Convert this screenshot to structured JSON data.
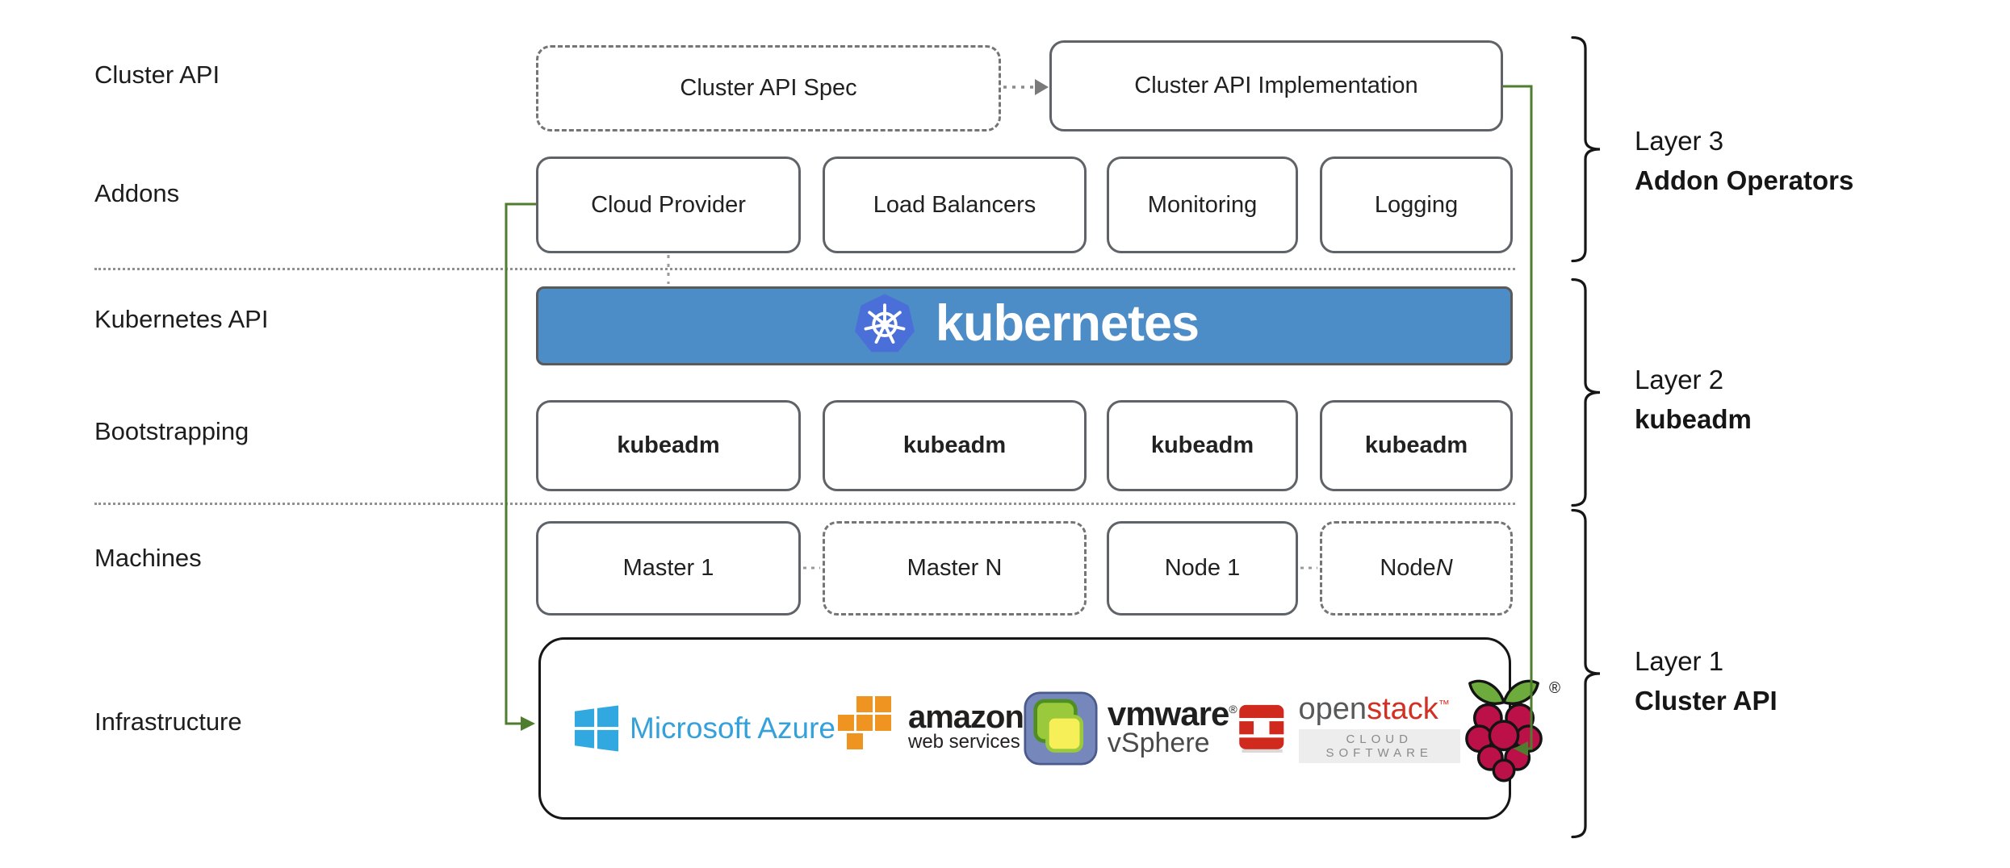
{
  "row_labels": [
    "Cluster API",
    "Addons",
    "Kubernetes API",
    "Bootstrapping",
    "Machines",
    "Infrastructure"
  ],
  "boxes": {
    "spec": "Cluster API Spec",
    "implementation": "Cluster API Implementation",
    "addons": [
      "Cloud Provider",
      "Load Balancers",
      "Monitoring",
      "Logging"
    ],
    "bootstrapping": [
      "kubeadm",
      "kubeadm",
      "kubeadm",
      "kubeadm"
    ],
    "machines": [
      {
        "label": "Master 1",
        "suffix": ""
      },
      {
        "label": "Master N",
        "suffix": ""
      },
      {
        "label": "Node 1",
        "suffix": ""
      },
      {
        "label": "Node ",
        "suffix": "N"
      }
    ]
  },
  "banner": {
    "text": "kubernetes"
  },
  "layers": [
    {
      "title": "Layer 3",
      "subtitle": "Addon Operators"
    },
    {
      "title": "Layer 2",
      "subtitle": "kubeadm"
    },
    {
      "title": "Layer 1",
      "subtitle": "Cluster API"
    }
  ],
  "infrastructure_logos": {
    "azure": {
      "text": "Microsoft Azure"
    },
    "aws": {
      "line1": "amazon",
      "line2": "web services"
    },
    "vmware": {
      "line1": "vmware",
      "reg": "®",
      "line2": "vSphere"
    },
    "openstack": {
      "part1": "open",
      "part2": "stack",
      "tm": "™",
      "subtext": "CLOUD SOFTWARE"
    },
    "raspberry": {
      "reg": "®"
    }
  },
  "colors": {
    "banner_blue": "#4c8cc7",
    "k8s_logo_blue": "#4a6fd8",
    "accent_green": "#4e7d2e",
    "box_border_gray": "#5f6368",
    "azure_blue": "#35a1da",
    "aws_orange": "#ef9421",
    "openstack_red": "#d32f23",
    "raspberry_crimson": "#bc1148",
    "gcp_blue": "#4285f4",
    "gcp_red": "#d0473b",
    "gcp_yellow": "#f4b400"
  }
}
